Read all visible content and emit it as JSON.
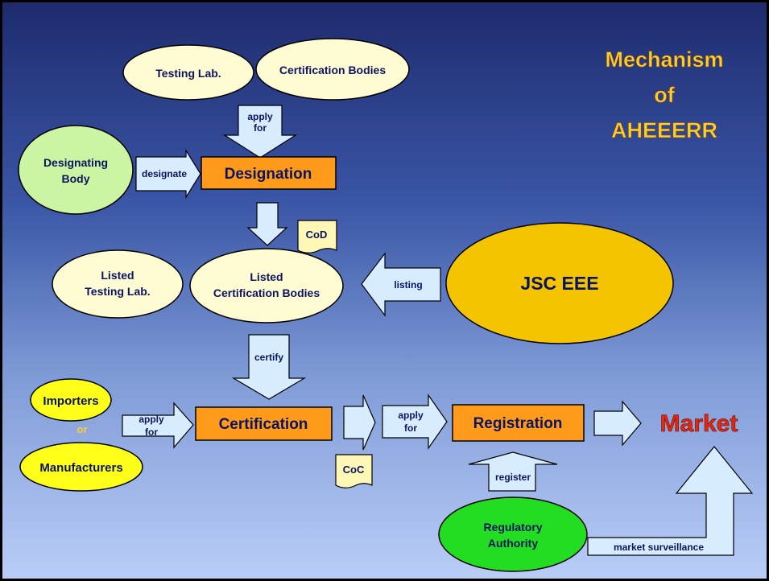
{
  "title": {
    "line1": "Mechanism",
    "line2": "of",
    "line3": "AHEEERR"
  },
  "nodes": {
    "testing_lab": "Testing Lab.",
    "certification_bodies": "Certification Bodies",
    "designating_body_l1": "Designating",
    "designating_body_l2": "Body",
    "designation": "Designation",
    "listed_testing_lab_l1": "Listed",
    "listed_testing_lab_l2": "Testing Lab.",
    "listed_cert_bodies_l1": "Listed",
    "listed_cert_bodies_l2": "Certification Bodies",
    "jsc_eee": "JSC EEE",
    "importers": "Importers",
    "or": "or",
    "manufacturers": "Manufacturers",
    "certification": "Certification",
    "registration": "Registration",
    "market": "Market",
    "regulatory_l1": "Regulatory",
    "regulatory_l2": "Authority"
  },
  "docs": {
    "cod": "CoD",
    "coc": "CoC"
  },
  "arrows": {
    "apply_for_top_l1": "apply",
    "apply_for_top_l2": "for",
    "designate": "designate",
    "listing": "listing",
    "certify": "certify",
    "apply_for_left_l1": "apply",
    "apply_for_left_l2": "for",
    "apply_for_mid_l1": "apply",
    "apply_for_mid_l2": "for",
    "register": "register",
    "market_surveillance": "market surveillance"
  },
  "colors": {
    "background_top": "#1e2b6e",
    "background_bottom": "#b9cdf7",
    "ellipse_cream": "#fffbd2",
    "ellipse_green_light": "#ccf5a3",
    "ellipse_yellow": "#ffff1a",
    "ellipse_jsc": "#f5c400",
    "ellipse_regulatory": "#22dd22",
    "process_box": "#ff9a1a",
    "arrow_fill": "#d7ecff",
    "doc_fill": "#fff7b5",
    "title": "#ffcc33",
    "market": "#e8260e",
    "text_dark": "#0b1460"
  }
}
